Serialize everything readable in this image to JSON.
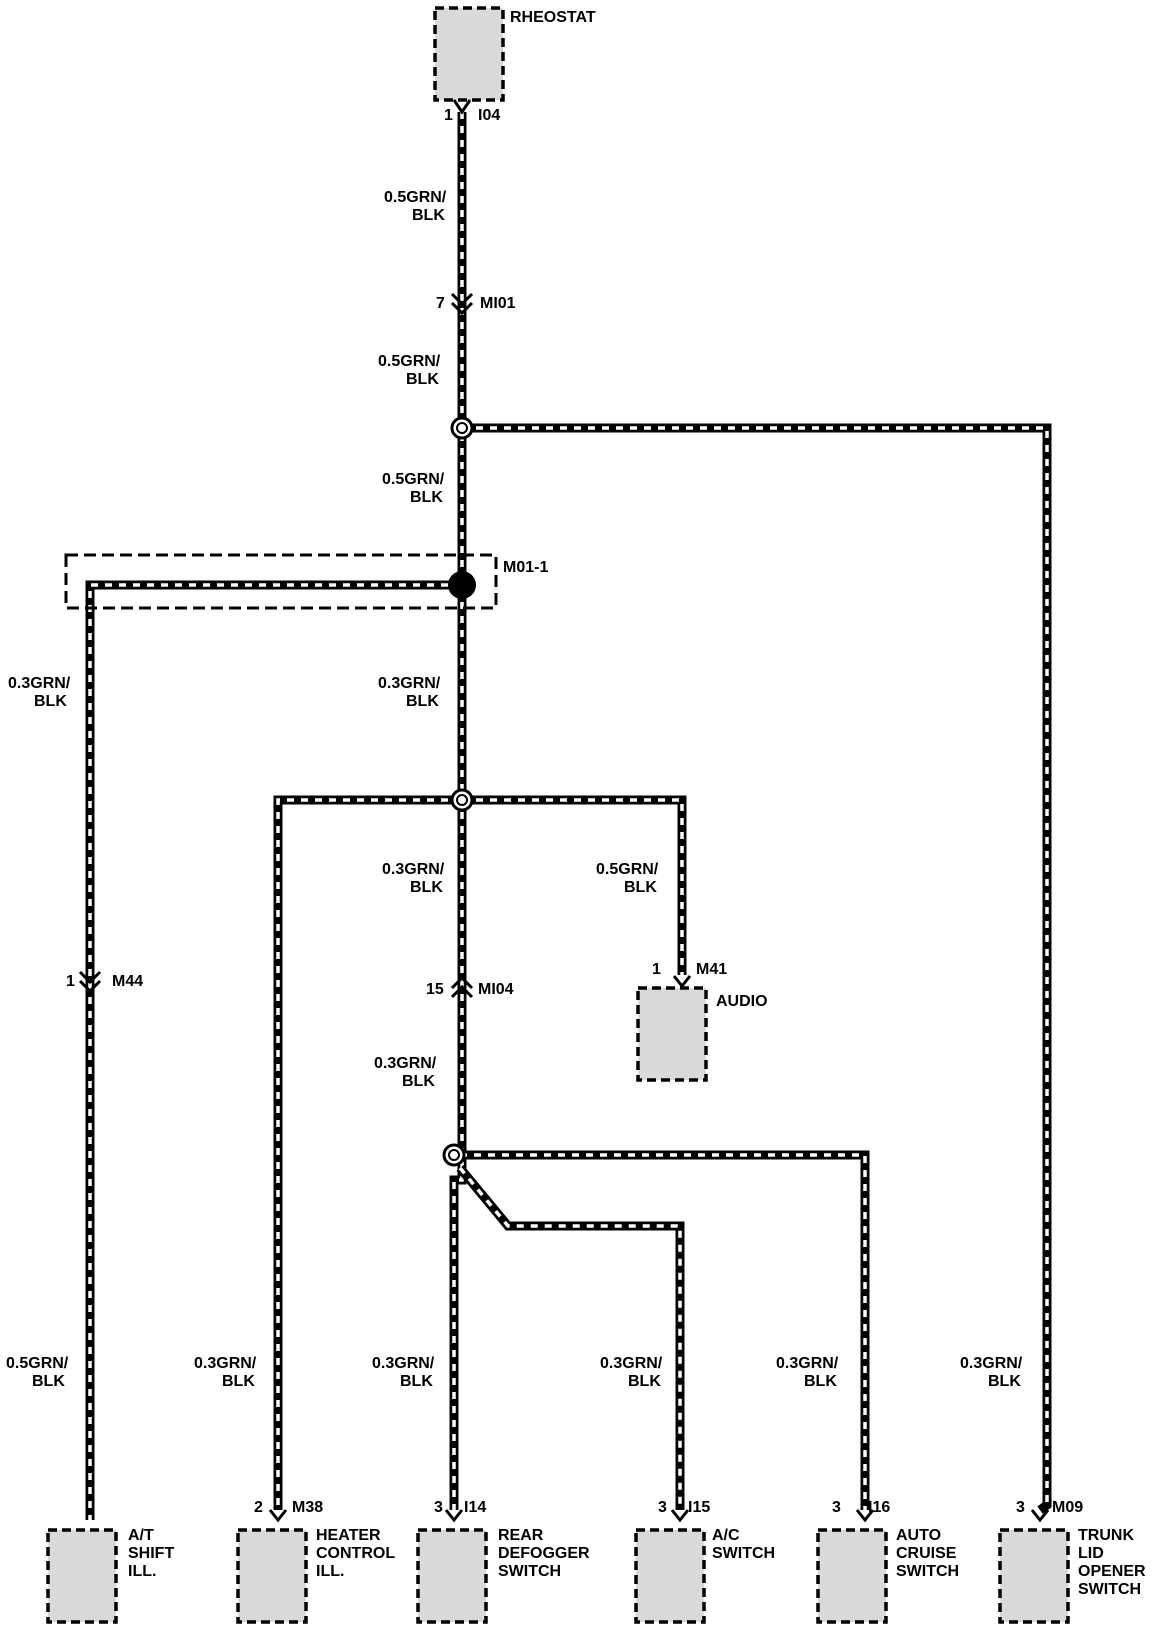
{
  "components": {
    "rheostat": "RHEOSTAT",
    "audio": "AUDIO",
    "at_shift_ill": [
      "A/T",
      "SHIFT",
      "ILL."
    ],
    "heater_control_ill": [
      "HEATER",
      "CONTROL",
      "ILL."
    ],
    "rear_defogger_switch": [
      "REAR",
      "DEFOGGER",
      "SWITCH"
    ],
    "ac_switch": [
      "A/C",
      "SWITCH"
    ],
    "auto_cruise_switch": [
      "AUTO",
      "CRUISE",
      "SWITCH"
    ],
    "trunk_lid_opener_switch": [
      "TRUNK",
      "LID",
      "OPENER",
      "SWITCH"
    ]
  },
  "connectors": {
    "i04": {
      "pin": "1",
      "id": "I04"
    },
    "mi01": {
      "pin": "7",
      "id": "MI01"
    },
    "m01_1": {
      "id": "M01-1"
    },
    "m44": {
      "pin": "1",
      "id": "M44"
    },
    "mi04": {
      "pin": "15",
      "id": "MI04"
    },
    "m41": {
      "pin": "1",
      "id": "M41"
    },
    "m38": {
      "pin": "2",
      "id": "M38"
    },
    "i14": {
      "pin": "3",
      "id": "I14"
    },
    "i15": {
      "pin": "3",
      "id": "I15"
    },
    "i16": {
      "pin": "3",
      "id": "I16"
    },
    "m09": {
      "pin": "3",
      "id": "M09"
    }
  },
  "wires": {
    "w_rheostat_mi01": [
      "0.5GRN/",
      "BLK"
    ],
    "w_mi01_splice": [
      "0.5GRN/",
      "BLK"
    ],
    "w_splice_m011": [
      "0.5GRN/",
      "BLK"
    ],
    "w_m011_m44": [
      "0.3GRN/",
      "BLK"
    ],
    "w_m011_splice2": [
      "0.3GRN/",
      "BLK"
    ],
    "w_splice2_mi04": [
      "0.3GRN/",
      "BLK"
    ],
    "w_splice2_audio": [
      "0.5GRN/",
      "BLK"
    ],
    "w_mi04_splice3": [
      "0.3GRN/",
      "BLK"
    ],
    "w_at_shift": [
      "0.5GRN/",
      "BLK"
    ],
    "w_heater": [
      "0.3GRN/",
      "BLK"
    ],
    "w_rear_defog": [
      "0.3GRN/",
      "BLK"
    ],
    "w_ac": [
      "0.3GRN/",
      "BLK"
    ],
    "w_cruise": [
      "0.3GRN/",
      "BLK"
    ],
    "w_trunk": [
      "0.3GRN/",
      "BLK"
    ]
  }
}
